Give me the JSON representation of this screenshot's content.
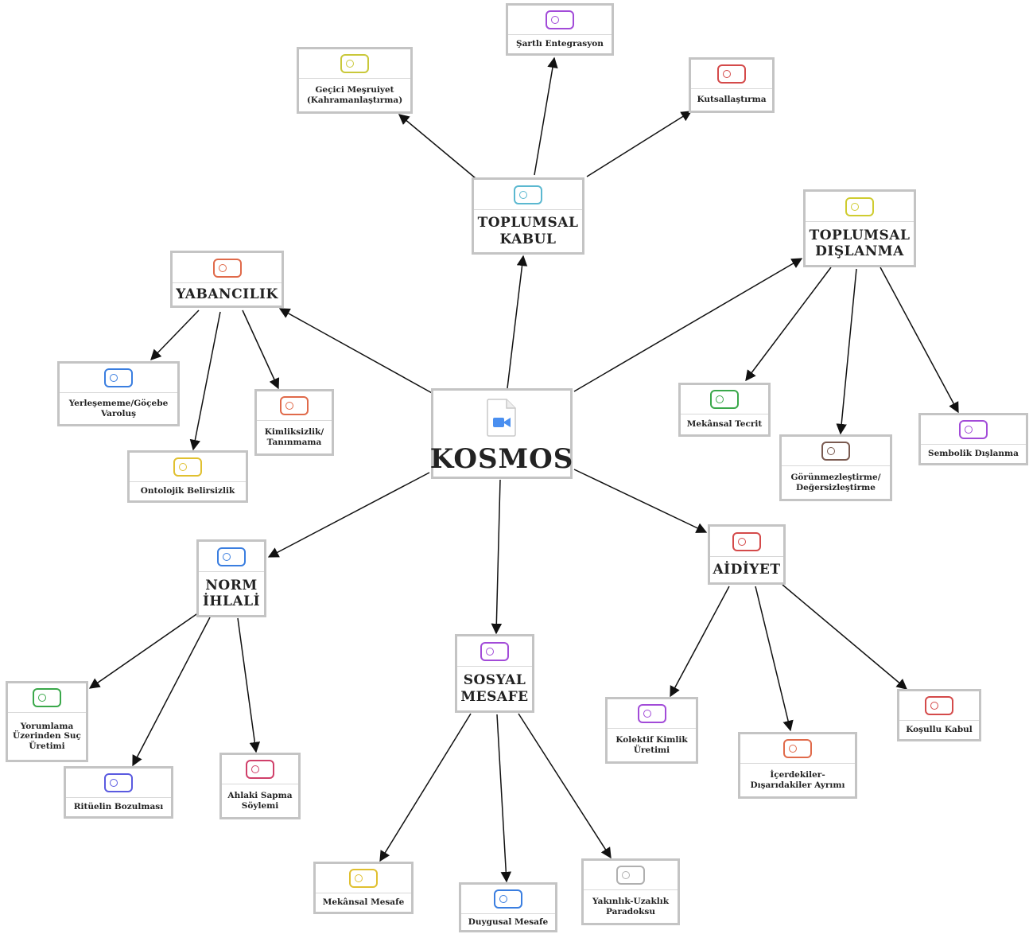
{
  "center": {
    "title": "KOSMOS",
    "icon": "video-file-icon"
  },
  "nodes": {
    "toplumsal_kabul": {
      "label": "TOPLUMSAL KABUL",
      "color": "#5bb8d0"
    },
    "sartli": {
      "label": "Şartlı Entegrasyon",
      "color": "#a24bd8"
    },
    "gecici": {
      "label": "Geçici Meşruiyet (Kahramanlaştırma)",
      "color": "#c9c83a"
    },
    "kutsal": {
      "label": "Kutsallaştırma",
      "color": "#d44a4a"
    },
    "dislanma": {
      "label": "TOPLUMSAL DIŞLANMA",
      "color": "#cfcc30"
    },
    "mekansal_tecrit": {
      "label": "Mekânsal Tecrit",
      "color": "#3aa84a"
    },
    "gorunmez": {
      "label": "Görünmezleştirme/ Değersizleştirme",
      "color": "#7a5a50"
    },
    "sembolik": {
      "label": "Sembolik Dışlanma",
      "color": "#a24bd8"
    },
    "yabancilik": {
      "label": "YABANCILIK",
      "color": "#e06a4a"
    },
    "yerlesememe": {
      "label": "Yerleşememe/Göçebe Varoluş",
      "color": "#3a7ee0"
    },
    "kimliksizlik": {
      "label": "Kimliksizlik/ Tanınmama",
      "color": "#e06a4a"
    },
    "ontolojik": {
      "label": "Ontolojik Belirsizlik",
      "color": "#e0c030"
    },
    "norm": {
      "label": "NORM İHLALİ",
      "color": "#3a7ee0"
    },
    "yorumlama": {
      "label": "Yorumlama Üzerinden Suç Üretimi",
      "color": "#3aa84a"
    },
    "rituel": {
      "label": "Ritüelin Bozulması",
      "color": "#5a5ae0"
    },
    "ahlaki": {
      "label": "Ahlaki Sapma Söylemi",
      "color": "#d0406a"
    },
    "sosyal": {
      "label": "SOSYAL MESAFE",
      "color": "#a24bd8"
    },
    "mek_mesafe": {
      "label": "Mekânsal Mesafe",
      "color": "#e0c030"
    },
    "duygusal": {
      "label": "Duygusal Mesafe",
      "color": "#3a7ee0"
    },
    "yakinlik": {
      "label": "Yakınlık-Uzaklık Paradoksu",
      "color": "#b0b0b0"
    },
    "aidiyet": {
      "label": "AİDİYET",
      "color": "#d44a4a"
    },
    "kolektif": {
      "label": "Kolektif Kimlik Üretimi",
      "color": "#a24bd8"
    },
    "icerdekiler": {
      "label": "İçerdekiler-Dışarıdakiler Ayrımı",
      "color": "#e06a4a"
    },
    "kosullu": {
      "label": "Koşullu Kabul",
      "color": "#d44a4a"
    }
  }
}
